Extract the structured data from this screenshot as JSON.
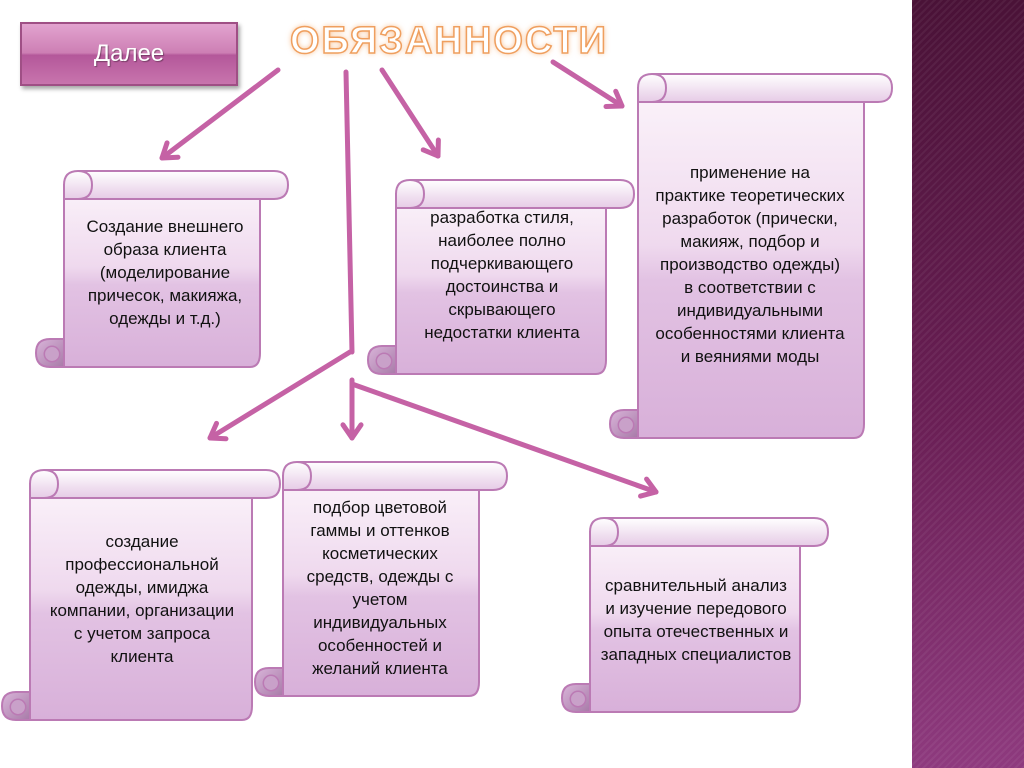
{
  "header": {
    "next_label": "Далее",
    "title": "ОБЯЗАННОСТИ"
  },
  "colors": {
    "accent_magenta": "#c562a5",
    "scroll_fill_light": "#f9eef7",
    "scroll_fill_dark": "#dbb6db",
    "scroll_outline": "#bb7ab4",
    "title_glow": "#ef9f5f",
    "side_stripe": "#6a1f55"
  },
  "duties": [
    "Создание внешнего образа клиента (моделирование причесок, макияжа, одежды и т.д.)",
    "разработка стиля, наиболее полно подчеркивающего достоинства и скрывающего недостатки клиента",
    "применение на практике теоретических разработок (прически, макияж, подбор и производство одежды) в соответствии с индивидуальными особенностями клиента и веяниями моды",
    "создание профессиональной одежды, имиджа компании, организации с учетом запроса клиента",
    "подбор цветовой гаммы и оттенков косметических средств, одежды с учетом индивидуальных особенностей и желаний клиента",
    "сравнительный анализ и изучение передового опыта отечественных и западных специалистов"
  ]
}
